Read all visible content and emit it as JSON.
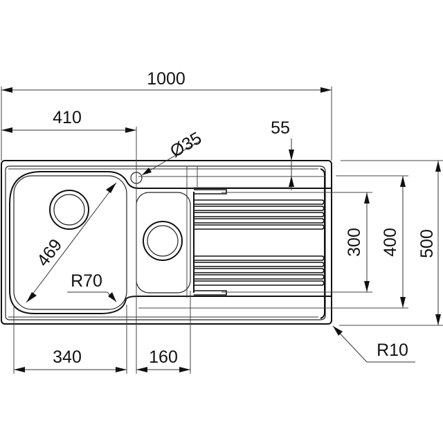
{
  "drawing": {
    "subject": "Inset kitchen sink with 1.5 bowls and drainer - top view",
    "units": "mm",
    "line_color": "#111111",
    "background_color": "#ffffff"
  },
  "dimensions": {
    "overall_width": "1000",
    "main_bowl_offset": "410",
    "tap_hole_diameter": "Ø35",
    "tap_hole_inset": "55",
    "main_bowl_diagonal": "469",
    "main_bowl_corner_radius": "R70",
    "main_bowl_width": "340",
    "second_bowl_width": "160",
    "drainer_depth": "300",
    "bowl_depth": "400",
    "overall_depth": "500",
    "outer_corner_radius": "R10"
  },
  "components": {
    "main_bowl_waste": "waste-outlet",
    "second_bowl_waste": "waste-outlet",
    "tap_hole": "tap-hole",
    "drainer_groove_count": 10
  }
}
